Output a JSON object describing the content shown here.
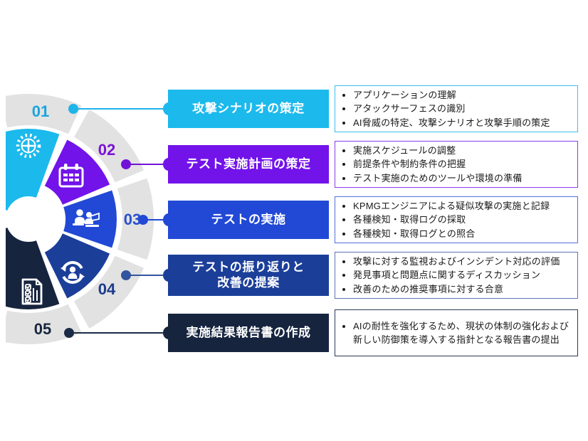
{
  "diagram": {
    "background": "#ffffff",
    "ring_color": "#e2e2e2",
    "steps": [
      {
        "number": "01",
        "title": "攻撃シナリオの策定",
        "color": "#1cb9ec",
        "number_color": "#1ba4dc",
        "connector_color": "#1fb4ea",
        "box_border_color": "#3bbeec",
        "icon": "strategy-wheel-icon",
        "bullets": [
          "アプリケーションの理解",
          "アタックサーフェスの識別",
          "AI脅威の特定、攻撃シナリオと攻撃手順の策定"
        ]
      },
      {
        "number": "02",
        "title": "テスト実施計画の策定",
        "color": "#7213ea",
        "number_color": "#7b12d4",
        "connector_color": "#7212d8",
        "box_border_color": "#8a3bee",
        "icon": "calendar-icon",
        "bullets": [
          "実施スケジュールの調整",
          "前提条件や制約条件の把握",
          "テスト実施のためのツールや環境の準備"
        ]
      },
      {
        "number": "03",
        "title": "テストの実施",
        "color": "#2149d6",
        "number_color": "#2950cc",
        "connector_color": "#2149d6",
        "box_border_color": "#5570dc",
        "icon": "team-workshop-icon",
        "bullets": [
          "KPMGエンジニアによる疑似攻撃の実施と記録",
          "各種検知・取得ログの採取",
          "各種検知・取得ログとの照合"
        ]
      },
      {
        "number": "04",
        "title": "テストの振り返りと\n改善の提案",
        "color": "#1b3e99",
        "number_color": "#1b3c8c",
        "connector_color": "#33549e",
        "box_border_color": "#5b74b4",
        "icon": "refresh-person-icon",
        "bullets": [
          "攻撃に対する監視およびインシデント対応の評価",
          "発見事項と問題点に関するディスカッション",
          "改善のための推奨事項に対する合意"
        ]
      },
      {
        "number": "05",
        "title": "実施結果報告書の作成",
        "color": "#16243e",
        "number_color": "#17263f",
        "connector_color": "#1b2b47",
        "box_border_color": "#2a3a55",
        "icon": "checklist-icon",
        "bullets": [
          "AIの耐性を強化するため、現状の体制の強化および新しい防御策を導入する指針となる報告書の提出"
        ]
      }
    ]
  }
}
